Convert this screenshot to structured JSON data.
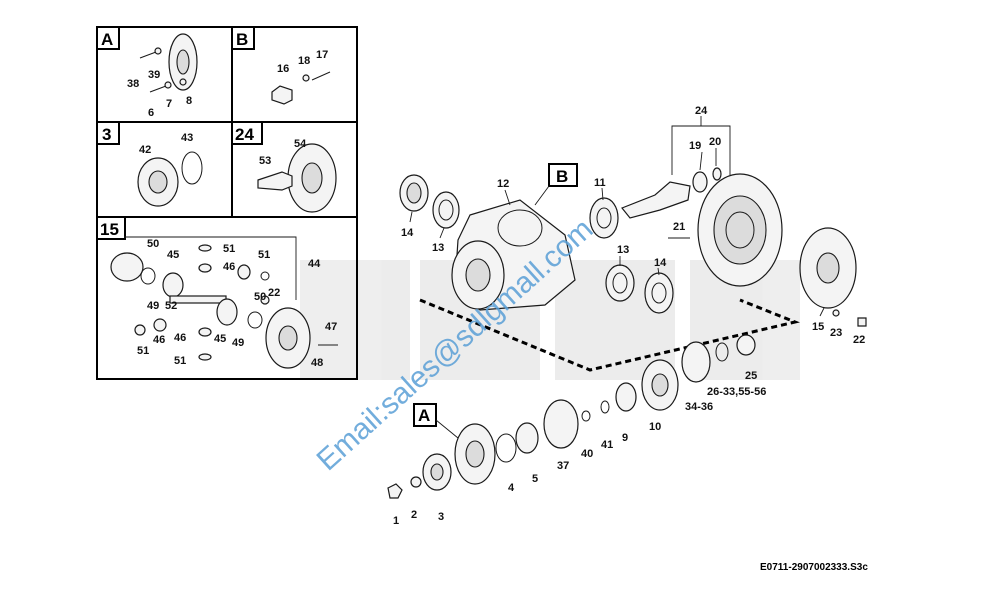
{
  "diagram": {
    "code": "E0711-2907002333.S3c",
    "watermark": "Email:sales@sdlgmall.com",
    "accent_watermark_color": "#5a9fd6",
    "insets": {
      "A": {
        "letter": "A",
        "labels": [
          "38",
          "39",
          "6",
          "7",
          "8"
        ]
      },
      "B": {
        "letter": "B",
        "labels": [
          "16",
          "18",
          "17"
        ]
      },
      "3": {
        "letter": "3",
        "labels": [
          "42",
          "43"
        ]
      },
      "24": {
        "letter": "24",
        "labels": [
          "53",
          "54"
        ]
      },
      "15": {
        "letter": "15",
        "labels": [
          "50",
          "45",
          "51",
          "46",
          "51",
          "44",
          "49",
          "52",
          "22",
          "50",
          "46",
          "45",
          "49",
          "51",
          "46",
          "47",
          "48",
          "51"
        ]
      }
    },
    "main_labels": {
      "l24": "24",
      "l19": "19",
      "l20": "20",
      "l12": "12",
      "l11": "11",
      "l14a": "14",
      "l13a": "13",
      "l21": "21",
      "l13b": "13",
      "l14b": "14",
      "l15": "15",
      "l23": "23",
      "l22": "22",
      "l25": "25",
      "l2633": "26-33,55-56",
      "l3436": "34-36",
      "l10": "10",
      "l9": "9",
      "l41": "41",
      "l40": "40",
      "l37": "37",
      "l5": "5",
      "l4": "4",
      "l3": "3",
      "l2": "2",
      "l1": "1"
    },
    "callouts": {
      "B": "B",
      "A": "A"
    }
  }
}
